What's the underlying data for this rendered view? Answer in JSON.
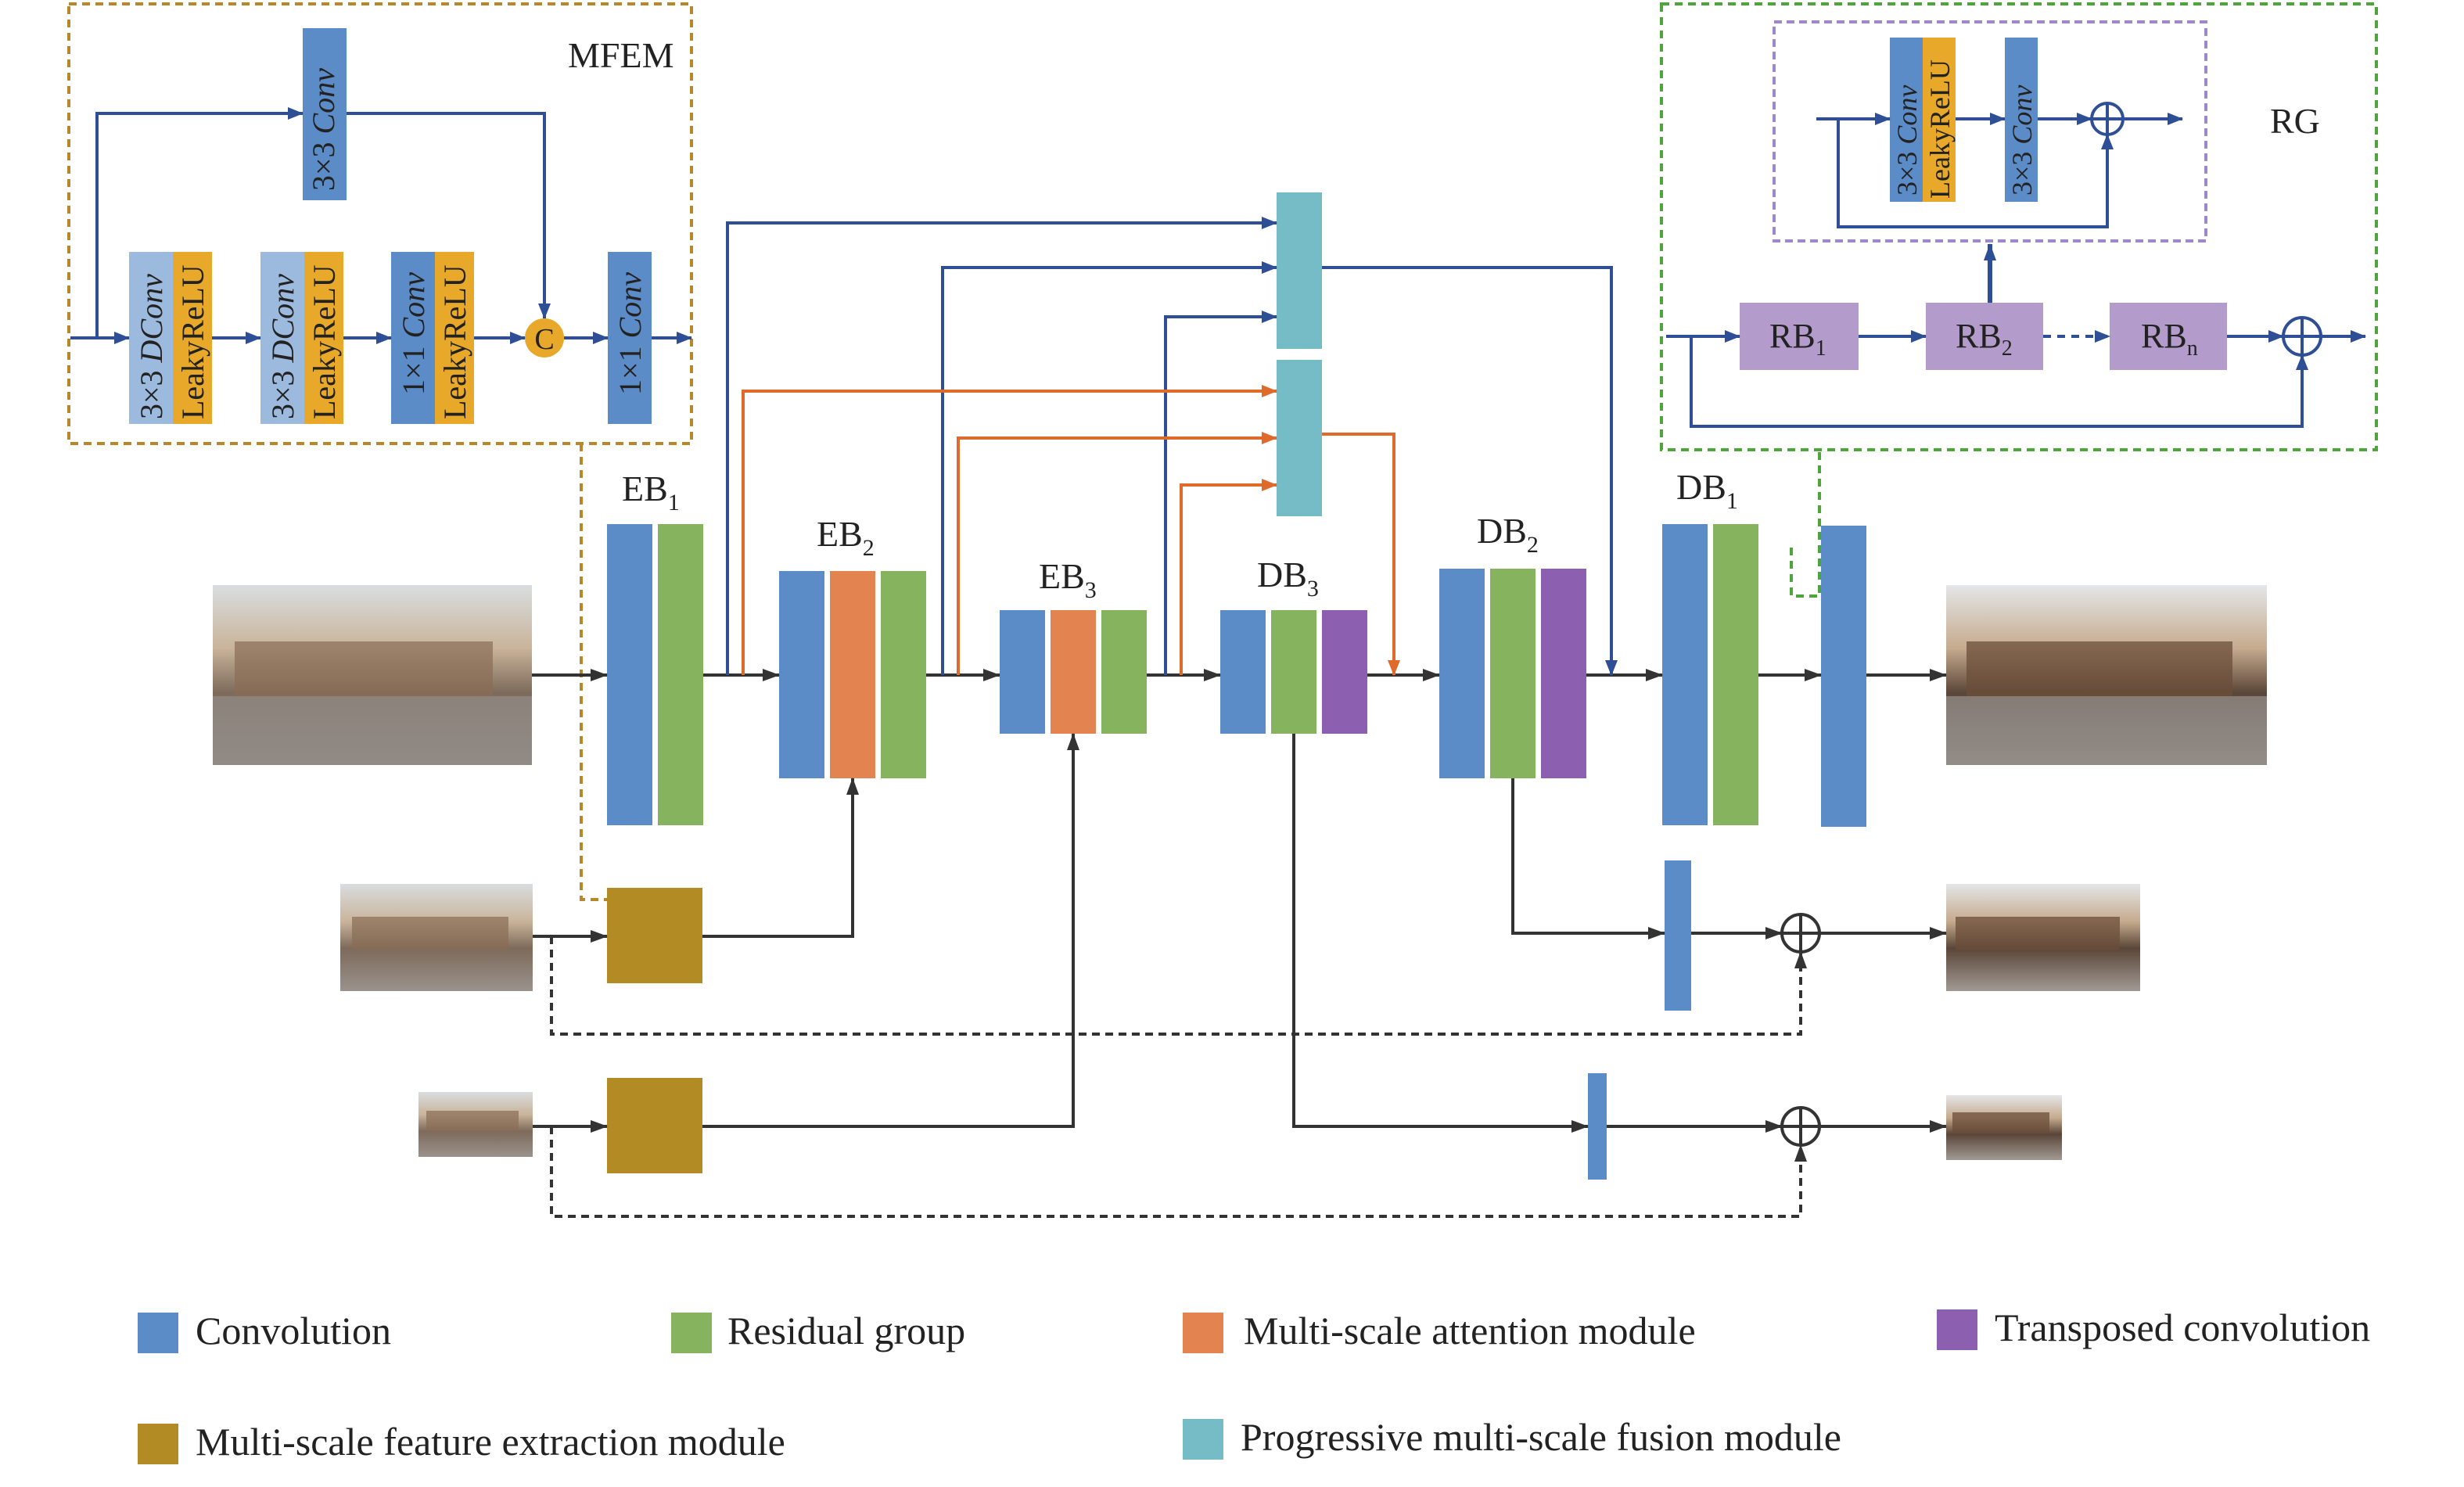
{
  "colors": {
    "conv": "#5b8cc7",
    "conv_light": "#9cb9de",
    "residual": "#86b45e",
    "attention": "#e3834f",
    "transposed": "#8c5fb0",
    "mfem": "#b38b24",
    "fusion": "#76bcc6",
    "leaky": "#e8a82a",
    "rb": "#b39bcb",
    "arrow_blue": "#2e4f96",
    "arrow_orange": "#e06a2c",
    "arrow_dark": "#333333",
    "mfem_border": "#b8862b",
    "rg_border": "#4ea53c",
    "rb_inner_border": "#9f88c8"
  },
  "icons": [
    "concat-icon",
    "plus-icon",
    "image-thumbnail-icon"
  ],
  "mfem": {
    "title": "MFEM",
    "blocks": [
      "3×3 DConv",
      "LeakyReLU",
      "3×3 DConv",
      "LeakyReLU",
      "1×1 Conv",
      "LeakyReLU",
      "1×1 Conv",
      "3×3 Conv"
    ],
    "concat_label": "C"
  },
  "rg": {
    "title": "RG",
    "inner_blocks": [
      "3×3 Conv",
      "LeakyReLU",
      "3×3 Conv"
    ],
    "rb": [
      {
        "base": "RB",
        "sub": "1"
      },
      {
        "base": "RB",
        "sub": "2"
      },
      {
        "base": "RB",
        "sub": "n"
      }
    ]
  },
  "stages": {
    "eb1": {
      "base": "EB",
      "sub": "1"
    },
    "eb2": {
      "base": "EB",
      "sub": "2"
    },
    "eb3": {
      "base": "EB",
      "sub": "3"
    },
    "db3": {
      "base": "DB",
      "sub": "3"
    },
    "db2": {
      "base": "DB",
      "sub": "2"
    },
    "db1": {
      "base": "DB",
      "sub": "1"
    }
  },
  "legend": [
    {
      "key": "conv",
      "label": "Convolution"
    },
    {
      "key": "residual",
      "label": "Residual group"
    },
    {
      "key": "attention",
      "label": "Multi-scale attention module"
    },
    {
      "key": "transposed",
      "label": "Transposed convolution"
    },
    {
      "key": "mfem",
      "label": "Multi-scale feature extraction module"
    },
    {
      "key": "fusion",
      "label": "Progressive multi-scale fusion module"
    }
  ]
}
